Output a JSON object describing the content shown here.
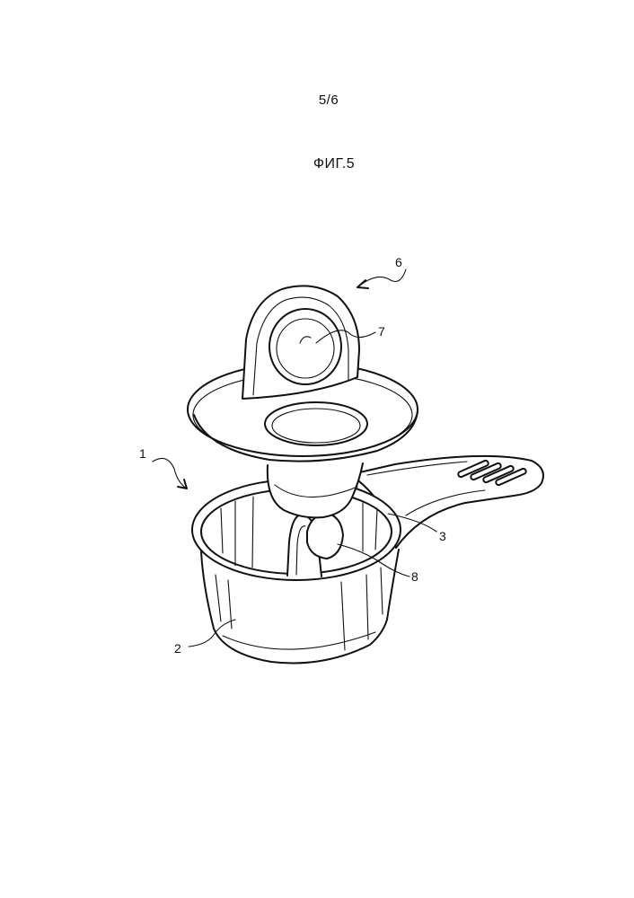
{
  "header": {
    "page_number": "5/6",
    "figure_title": "ФИГ.5"
  },
  "reference_numerals": {
    "device": "1",
    "cup": "2",
    "handle": "3",
    "cap": "6",
    "membrane": "7",
    "spout": "8"
  }
}
